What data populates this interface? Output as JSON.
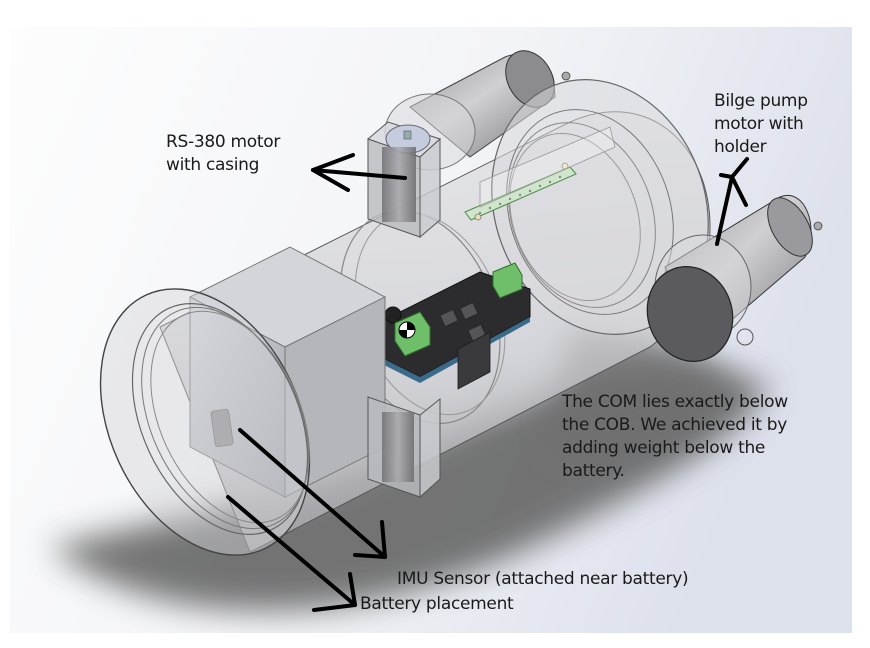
{
  "figure": {
    "title": "Underwater robot CAD assembly with annotated components",
    "annotations": {
      "rs380_motor": "RS-380 motor\nwith casing",
      "bilge_pump": "Bilge pump\nmotor with\nholder",
      "com_note": "The COM lies exactly below\nthe COB. We achieved it by\nadding weight below the\nbattery.",
      "imu_sensor": "IMU Sensor (attached near battery)",
      "battery": "Battery placement"
    },
    "components": [
      "transparent-hull-cylinder",
      "front-dome-cap",
      "rear-dome-cap",
      "battery-block",
      "motor-driver-board",
      "terminal-blocks",
      "center-of-mass-marker",
      "rs380-motor-casing-top",
      "rs380-motor-casing-bottom",
      "bilge-pump-motor-top",
      "bilge-pump-motor-side",
      "header-pin-board",
      "imu-sensor-chip"
    ],
    "colors": {
      "background_light": "#fdfdfd",
      "background_blue": "#dfe3ee",
      "shadow": "#6e6e6e",
      "hull": "#c8c8cc",
      "pcb": "#2c2c2e",
      "terminal": "#6fbf6a",
      "arrow": "#000000"
    }
  }
}
